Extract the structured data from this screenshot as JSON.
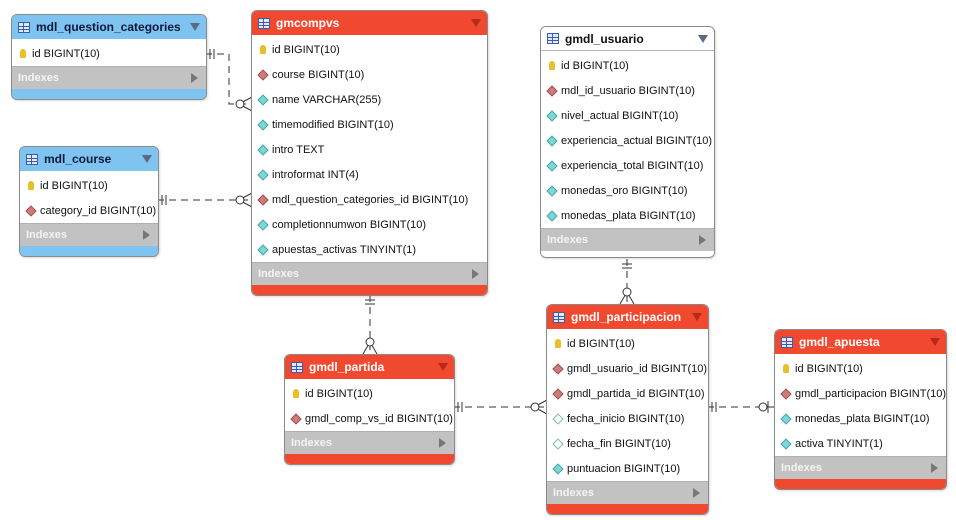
{
  "tables": {
    "mdl_question_categories": {
      "name": "mdl_question_categories",
      "columns": [
        {
          "kind": "pk",
          "text": "id BIGINT(10)"
        }
      ],
      "indexes_label": "Indexes"
    },
    "gmcompvs": {
      "name": "gmcompvs",
      "columns": [
        {
          "kind": "pk",
          "text": "id BIGINT(10)"
        },
        {
          "kind": "fk",
          "text": "course BIGINT(10)"
        },
        {
          "kind": "col",
          "text": "name VARCHAR(255)"
        },
        {
          "kind": "col",
          "text": "timemodified BIGINT(10)"
        },
        {
          "kind": "col",
          "text": "intro TEXT"
        },
        {
          "kind": "col",
          "text": "introformat INT(4)"
        },
        {
          "kind": "fk",
          "text": "mdl_question_categories_id BIGINT(10)"
        },
        {
          "kind": "col",
          "text": "completionnumwon BIGINT(10)"
        },
        {
          "kind": "col",
          "text": "apuestas_activas TINYINT(1)"
        }
      ],
      "indexes_label": "Indexes"
    },
    "mdl_course": {
      "name": "mdl_course",
      "columns": [
        {
          "kind": "pk",
          "text": "id BIGINT(10)"
        },
        {
          "kind": "fk",
          "text": "category_id BIGINT(10)"
        }
      ],
      "indexes_label": "Indexes"
    },
    "gmdl_usuario": {
      "name": "gmdl_usuario",
      "columns": [
        {
          "kind": "pk",
          "text": "id BIGINT(10)"
        },
        {
          "kind": "fk",
          "text": "mdl_id_usuario BIGINT(10)"
        },
        {
          "kind": "col",
          "text": "nivel_actual BIGINT(10)"
        },
        {
          "kind": "col",
          "text": "experiencia_actual BIGINT(10)"
        },
        {
          "kind": "col",
          "text": "experiencia_total BIGINT(10)"
        },
        {
          "kind": "col",
          "text": "monedas_oro BIGINT(10)"
        },
        {
          "kind": "col",
          "text": "monedas_plata BIGINT(10)"
        }
      ],
      "indexes_label": "Indexes"
    },
    "gmdl_partida": {
      "name": "gmdl_partida",
      "columns": [
        {
          "kind": "pk",
          "text": "id BIGINT(10)"
        },
        {
          "kind": "fk",
          "text": "gmdl_comp_vs_id BIGINT(10)"
        }
      ],
      "indexes_label": "Indexes"
    },
    "gmdl_participacion": {
      "name": "gmdl_participacion",
      "columns": [
        {
          "kind": "pk",
          "text": "id BIGINT(10)"
        },
        {
          "kind": "fk",
          "text": "gmdl_usuario_id BIGINT(10)"
        },
        {
          "kind": "fk",
          "text": "gmdl_partida_id BIGINT(10)"
        },
        {
          "kind": "nul",
          "text": "fecha_inicio BIGINT(10)"
        },
        {
          "kind": "nul",
          "text": "fecha_fin BIGINT(10)"
        },
        {
          "kind": "col",
          "text": "puntuacion BIGINT(10)"
        }
      ],
      "indexes_label": "Indexes"
    },
    "gmdl_apuesta": {
      "name": "gmdl_apuesta",
      "columns": [
        {
          "kind": "pk",
          "text": "id BIGINT(10)"
        },
        {
          "kind": "fk",
          "text": "gmdl_participacion BIGINT(10)"
        },
        {
          "kind": "col",
          "text": "monedas_plata BIGINT(10)"
        },
        {
          "kind": "col",
          "text": "activa TINYINT(1)"
        }
      ],
      "indexes_label": "Indexes"
    }
  },
  "colors": {
    "blue_header": "#7fc3f0",
    "red_header": "#f04930",
    "index_bar": "#c2c2c2"
  }
}
